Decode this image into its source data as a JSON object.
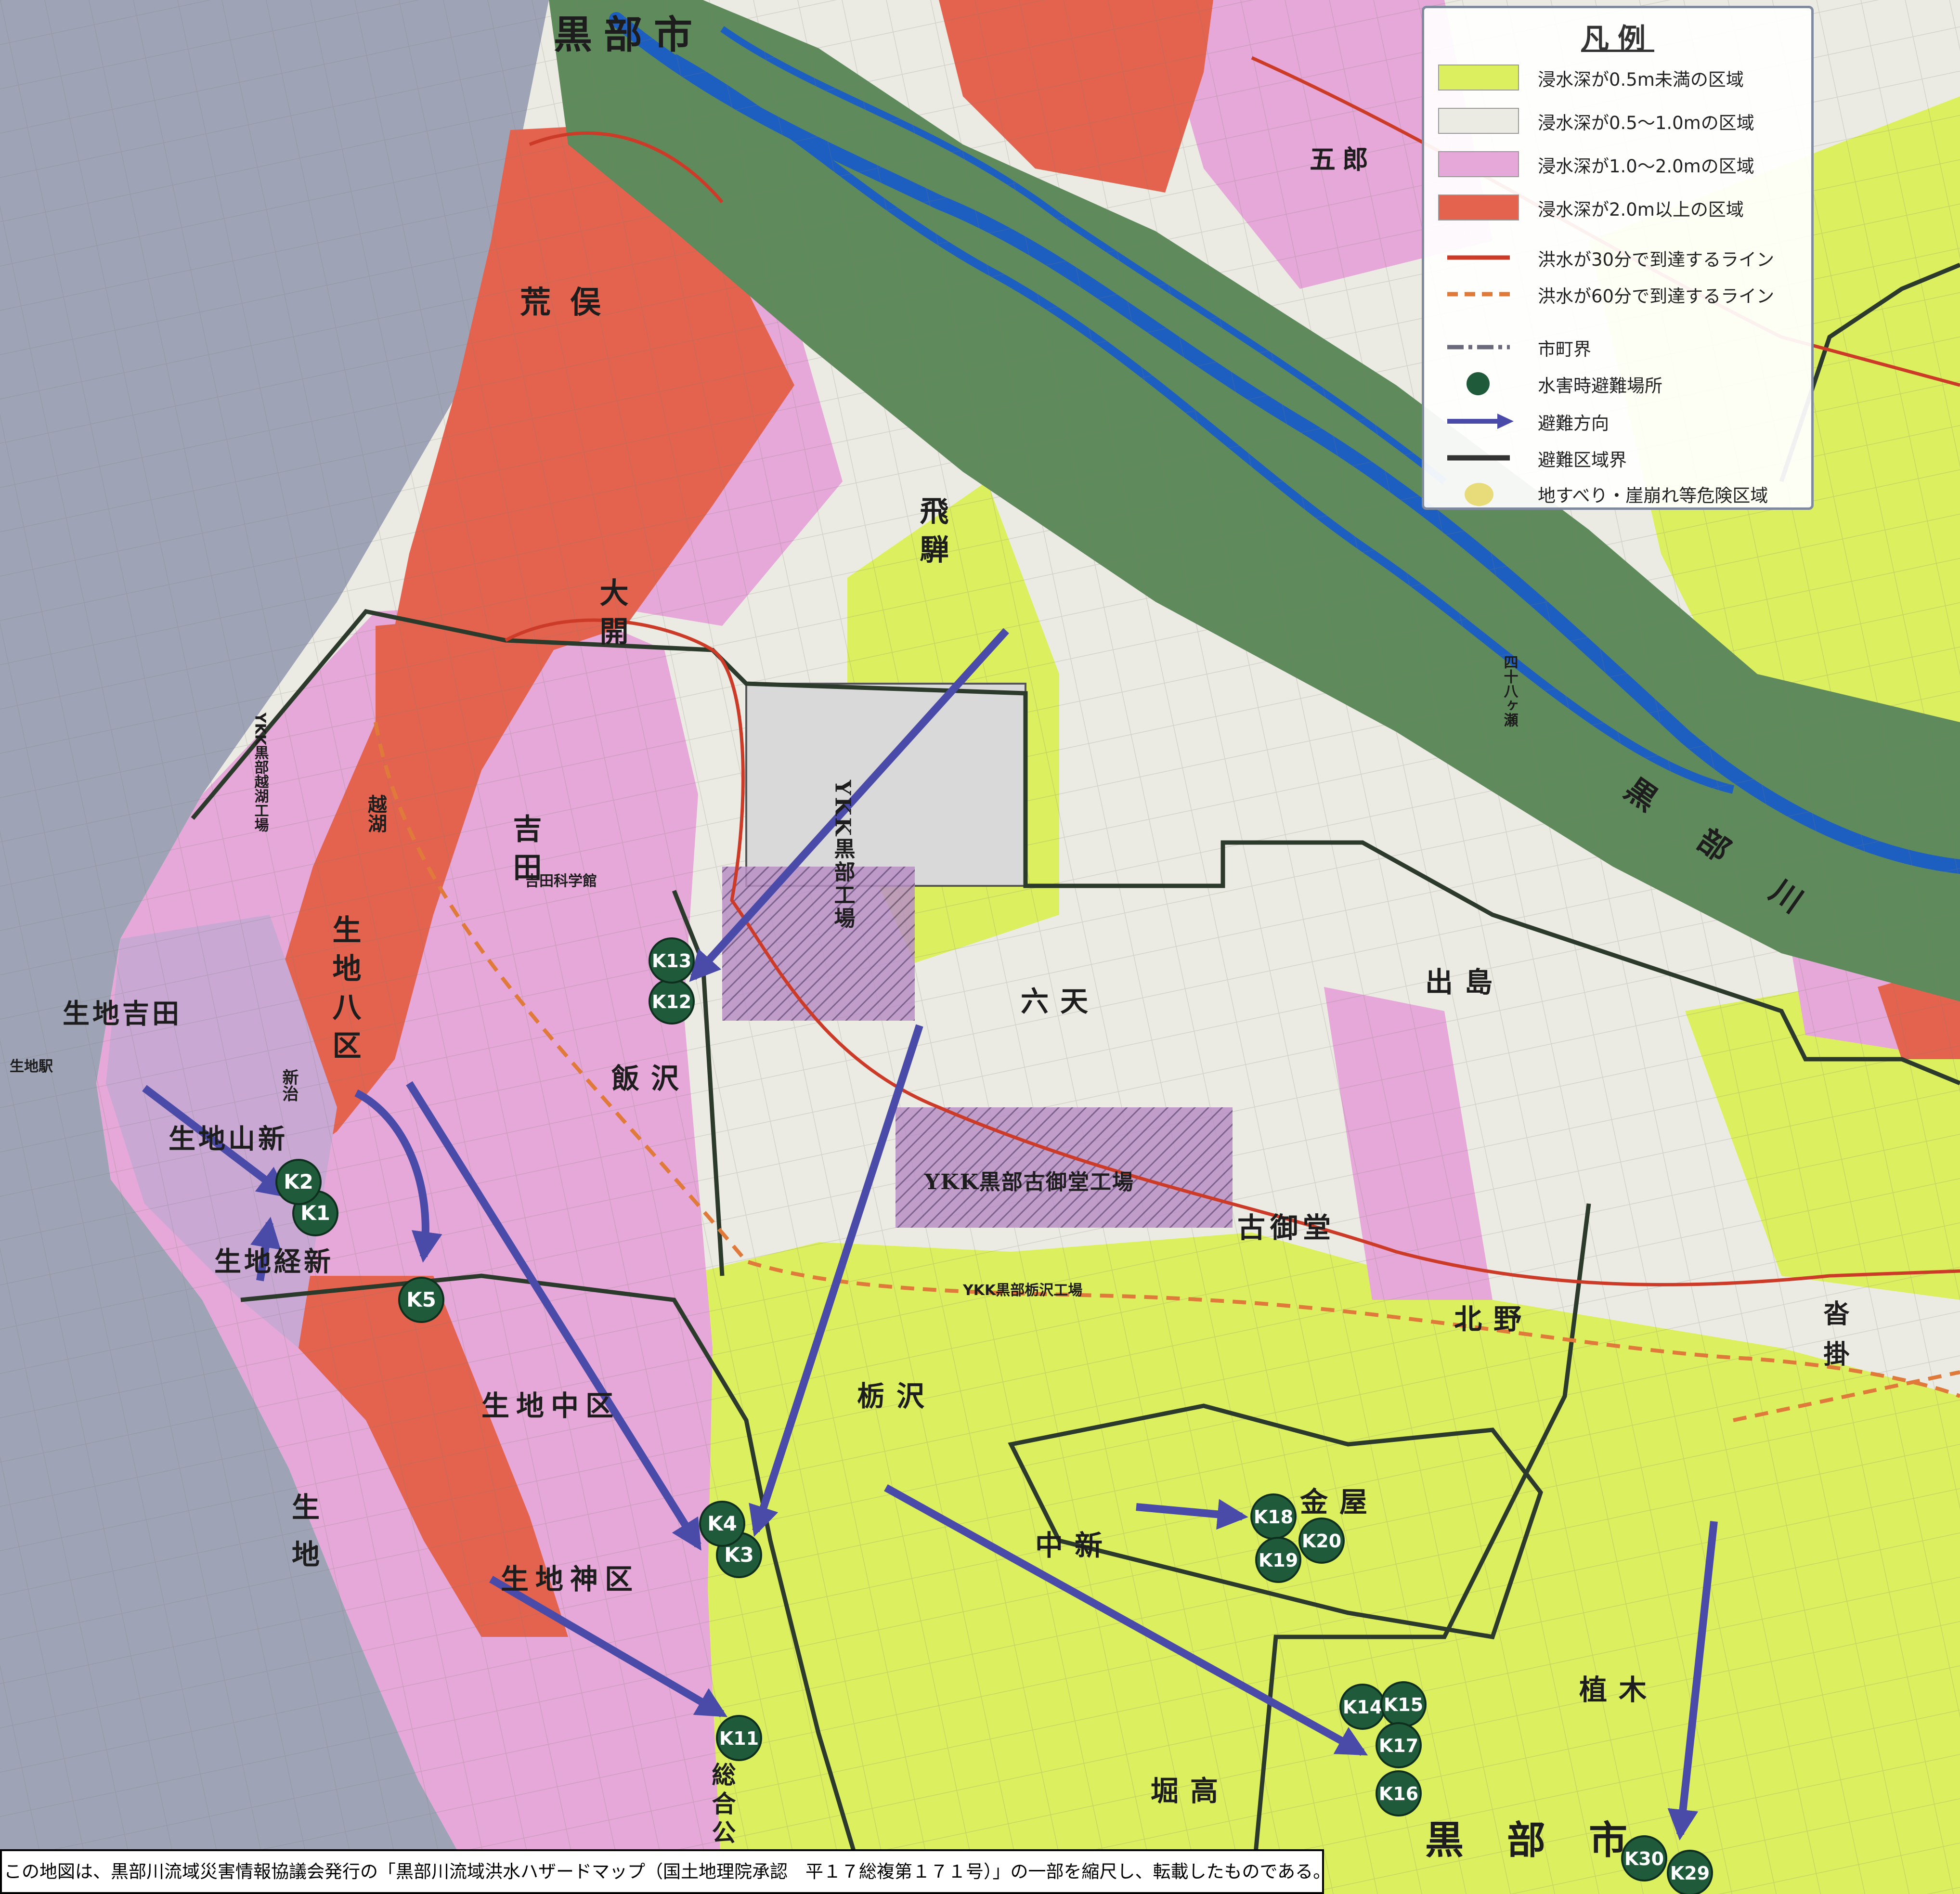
{
  "legend": {
    "title": "凡例",
    "items": [
      {
        "label": "浸水深が0.5m未満の区域",
        "symbol": "fill",
        "color": "#dcef5f"
      },
      {
        "label": "浸水深が0.5～1.0mの区域",
        "symbol": "fill",
        "color": "#ecebe3"
      },
      {
        "label": "浸水深が1.0～2.0mの区域",
        "symbol": "fill",
        "color": "#e5a8d8"
      },
      {
        "label": "浸水深が2.0m以上の区域",
        "symbol": "fill",
        "color": "#e3634f"
      },
      {
        "label": "洪水が30分で到達するライン",
        "symbol": "solid-line",
        "color": "#cc3b28"
      },
      {
        "label": "洪水が60分で到達するライン",
        "symbol": "dashed-line",
        "color": "#e07a3a"
      },
      {
        "label": "市町界",
        "symbol": "dashdot-line",
        "color": "#6a6a7a"
      },
      {
        "label": "水害時避難場所",
        "symbol": "circle",
        "color": "#1f5a3a"
      },
      {
        "label": "避難方向",
        "symbol": "arrow",
        "color": "#4a4aa8"
      },
      {
        "label": "避難区域界",
        "symbol": "thick-line",
        "color": "#333333"
      },
      {
        "label": "地すべり・崖崩れ等危険区域",
        "symbol": "blob",
        "color": "#e8dc7a"
      }
    ]
  },
  "places": {
    "kurobe_shi_top": "黒部市",
    "goro": "五郎",
    "aramata": "荒俣",
    "hida": "飛騨",
    "ohara": "大開",
    "yoshida": "吉田",
    "yoshida_science": "吉田科学館",
    "ikuji_yoshida": "生地吉田",
    "ikuji_station": "生地駅",
    "ikuji_yamashin": "生地山新",
    "ikuji_keishin": "生地経新",
    "ikuji_hachiku": "生地八区",
    "shinji": "新治",
    "nakaku": "生地中区",
    "kamiku": "生地神区",
    "ikuji": "生地",
    "iizawa": "飯沢",
    "rokuten": "六天",
    "dejima": "出島",
    "kogodo": "古御堂",
    "kitano": "北野",
    "tochizawa": "栃沢",
    "nakashin": "中新",
    "kanaya": "金屋",
    "ueki": "植木",
    "horitaka": "堀高",
    "kurobe_shi_bottom": "黒部市",
    "sogo_koen": "総合公園",
    "ykk_kurobe": "YKK黒部工場",
    "ykk_kogodo": "YKK黒部古御堂工場",
    "ykk_tochizawa": "YKK黒部栃沢工場",
    "ykk_kotsuen": "YKK黒部越湖工場",
    "ochikake": "沓掛",
    "kurobe_river": "黒部川",
    "shijuhasse": "四十八ヶ瀬",
    "ko": "越湖"
  },
  "shelters": [
    "K1",
    "K2",
    "K3",
    "K4",
    "K5",
    "K11",
    "K12",
    "K13",
    "K14",
    "K15",
    "K16",
    "K17",
    "K18",
    "K19",
    "K20",
    "K29",
    "K30"
  ],
  "credit": "この地図は、黒部川流域災害情報協議会発行の「黒部川流域洪水ハザードマップ（国土地理院承認　平１７総複第１７１号）」の一部を縮尺し、転載したものである。"
}
